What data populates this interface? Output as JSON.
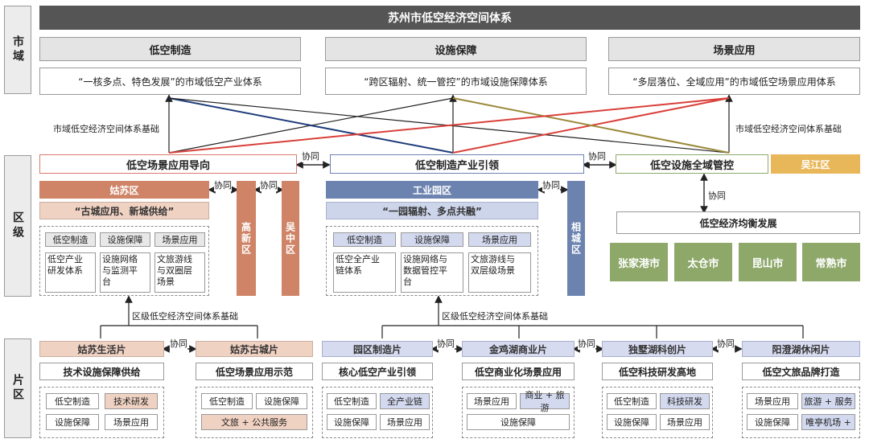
{
  "levels": {
    "city": "市域",
    "district": "区级",
    "zone": "片区"
  },
  "title": "苏州市低空经济空间体系",
  "city": {
    "pillars": [
      "低空制造",
      "设施保障",
      "场景应用"
    ],
    "systems": [
      "“一核多点、特色发展”的市域低空产业体系",
      "“跨区辐射、统一管控”的市域设施保障体系",
      "“多层落位、全域应用”的市域低空场景应用体系"
    ]
  },
  "labels": {
    "city_basis_left": "市域低空经济空间体系基础",
    "city_basis_right": "市域低空经济空间体系基础",
    "district_basis_left": "区级低空经济空间体系基础",
    "district_basis_right": "区级低空经济空间体系基础",
    "cooperate": "协同"
  },
  "district": {
    "guide1": "低空场景应用导向",
    "guide2": "低空制造产业引领",
    "guide3": "低空设施全域管控",
    "wujiang": "吴江区",
    "gusu": {
      "name": "姑苏区",
      "slogan": "“古城应用、新城供给”",
      "headers": [
        "低空制造",
        "设施保障",
        "场景应用"
      ],
      "cells": [
        "低空产业\n研发体系",
        "设施网络\n与监测平\n台",
        "文旅游线\n与双圈层\n场景"
      ]
    },
    "gaoxin": "高新区",
    "wuzhong": "吴中区",
    "sip": {
      "name": "工业园区",
      "slogan": "“一园辐射、多点共融”",
      "headers": [
        "低空制造",
        "设施保障",
        "场景应用"
      ],
      "cells": [
        "低空全产业\n链体系",
        "设施网络与\n数据管控平\n台",
        "文旅游线与\n双层级场景"
      ]
    },
    "xiangcheng": "相城区",
    "balanced": "低空经济均衡发展",
    "cities": [
      "张家港市",
      "太仓市",
      "昆山市",
      "常熟市"
    ]
  },
  "zones": [
    {
      "name": "姑苏生活片",
      "focus": "技术设施保障供给",
      "cells": [
        "低空制造",
        "技术研发",
        "设施保障",
        "场景应用"
      ]
    },
    {
      "name": "姑苏古城片",
      "focus": "低空场景应用示范",
      "cells": [
        "低空制造",
        "设施保障",
        "文旅 + 公共服务"
      ]
    },
    {
      "name": "园区制造片",
      "focus": "核心低空产业引领",
      "cells": [
        "低空制造",
        "全产业链",
        "设施保障",
        "场景应用"
      ]
    },
    {
      "name": "金鸡湖商业片",
      "focus": "低空商业化场景应用",
      "cells": [
        "场景应用",
        "商业 + 旅游",
        "设施保障"
      ]
    },
    {
      "name": "独墅湖科创片",
      "focus": "低空科技研发高地",
      "cells": [
        "低空制造",
        "科技研发",
        "设施保障",
        "场景应用"
      ]
    },
    {
      "name": "阳澄湖休闲片",
      "focus": "低空文旅品牌打造",
      "cells": [
        "场景应用",
        "旅游 + 服务",
        "设施保障",
        "唯亭机场 +"
      ]
    }
  ],
  "colors": {
    "dark": "#555555",
    "orange": "#cf8467",
    "blue": "#6c83b0",
    "green": "#8ea86a",
    "yellow": "#e8b75a",
    "red": "#d9403a",
    "navy": "#1f3d7a",
    "olive": "#9a8a3a"
  }
}
